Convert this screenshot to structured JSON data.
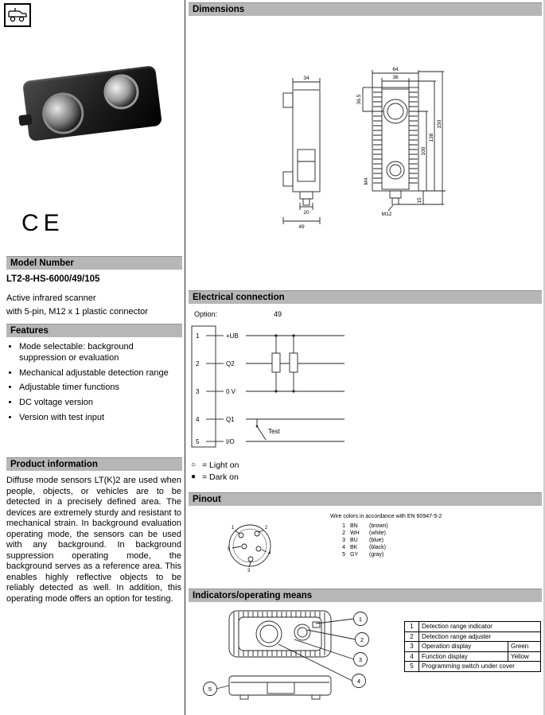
{
  "left": {
    "ce": "CE",
    "model": {
      "header": "Model Number",
      "value": "LT2-8-HS-6000/49/105",
      "desc1": "Active infrared scanner",
      "desc2": "with 5-pin, M12 x 1 plastic connector"
    },
    "features": {
      "header": "Features",
      "items": [
        "Mode selectable: background suppression or evaluation",
        "Mechanical adjustable detection range",
        "Adjustable timer functions",
        "DC voltage version",
        "Version with test input"
      ]
    },
    "product_info": {
      "header": "Product information",
      "text": "Diffuse mode sensors LT(K)2 are used when people, objects, or vehicles are to be detected in a precisely defined area. The devices are extremely sturdy and resistant to mechanical strain. In background evaluation operating mode, the sensors can be used with any background. In background suppression operating mode, the background serves as a reference area. This enables highly reflective objects to be reliably detected as well. In addition, this operating mode offers an option for testing."
    }
  },
  "dimensions": {
    "header": "Dimensions",
    "labels": {
      "side_width": "34",
      "front_width": "64",
      "inner_width": "36",
      "lens_offset": "36.5",
      "dim100": "100",
      "dim138": "138",
      "dim150": "150",
      "thread_m4": "M4",
      "depth20": "20",
      "depth49": "49",
      "thread_m12": "M12",
      "dim15": "15"
    }
  },
  "electrical": {
    "header": "Electrical connection",
    "option_label": "Option:",
    "option_value": "49",
    "pins": [
      {
        "n": "1",
        "label": "+UB"
      },
      {
        "n": "2",
        "label": "Q2"
      },
      {
        "n": "3",
        "label": "0 V"
      },
      {
        "n": "4",
        "label": "Q1"
      },
      {
        "n": "5",
        "label": "I/O"
      }
    ],
    "test_label": "Test",
    "legend": [
      {
        "sym": "○",
        "text": "= Light on"
      },
      {
        "sym": "●",
        "text": "= Dark on"
      }
    ]
  },
  "pinout": {
    "header": "Pinout",
    "note": "Wire colors in accordance with EN 60947-5-2",
    "pin_numbers": [
      "1",
      "2",
      "3",
      "4",
      "5"
    ],
    "wires": [
      {
        "pin": "1",
        "code": "BN",
        "color": "(brown)"
      },
      {
        "pin": "2",
        "code": "WH",
        "color": "(white)"
      },
      {
        "pin": "3",
        "code": "BU",
        "color": "(blue)"
      },
      {
        "pin": "4",
        "code": "BK",
        "color": "(black)"
      },
      {
        "pin": "5",
        "code": "GY",
        "color": "(gray)"
      }
    ]
  },
  "indicators": {
    "header": "Indicators/operating means",
    "callouts": [
      "1",
      "2",
      "3",
      "4",
      "5"
    ],
    "table": [
      {
        "n": "1",
        "label": "Detection range indicator",
        "value": ""
      },
      {
        "n": "2",
        "label": "Detection range adjuster",
        "value": ""
      },
      {
        "n": "3",
        "label": "Operation display",
        "value": "Green"
      },
      {
        "n": "4",
        "label": "Function display",
        "value": "Yellow"
      },
      {
        "n": "5",
        "label": "Programming switch under cover",
        "value": ""
      }
    ]
  }
}
